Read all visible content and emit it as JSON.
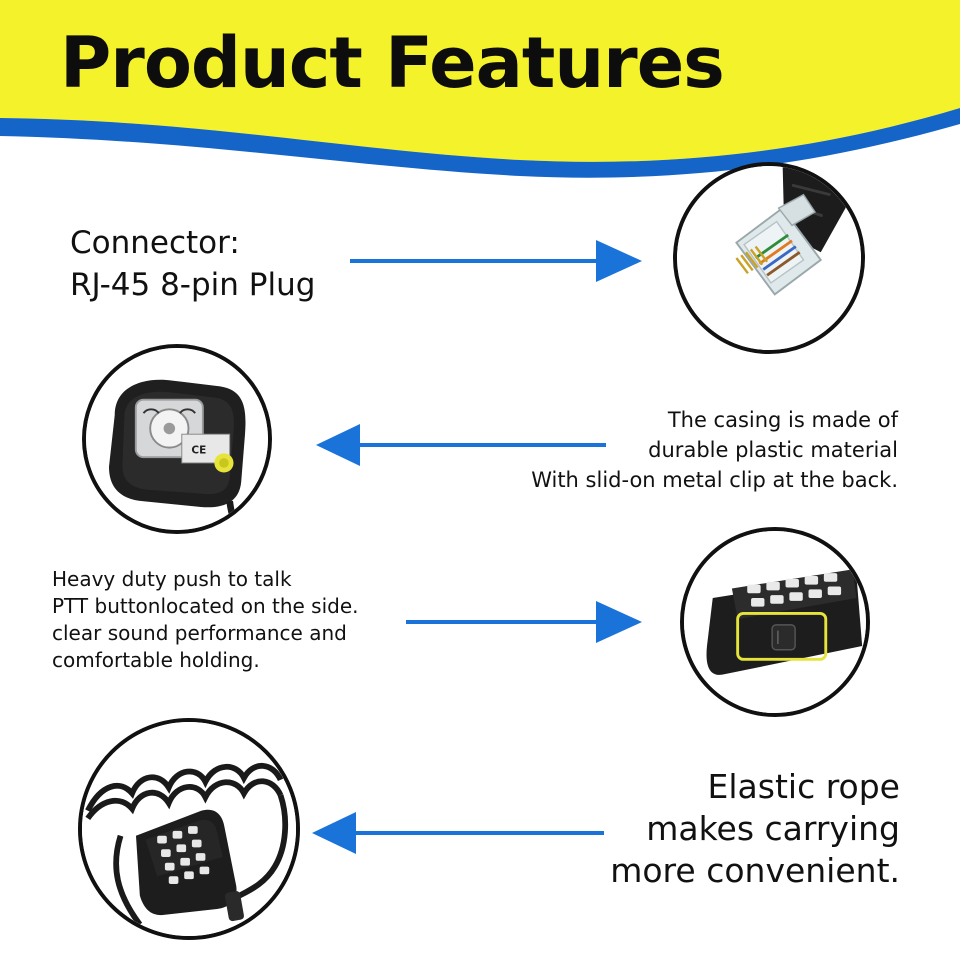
{
  "header": {
    "title": "Product Features"
  },
  "colors": {
    "banner_yellow": "#f4f22a",
    "banner_blue": "#1565c8",
    "arrow_blue": "#1a73d9",
    "text_dark": "#111111",
    "highlight_yellow": "#e6e43a"
  },
  "features": [
    {
      "lines": [
        "Connector:",
        "RJ-45 8-pin Plug"
      ],
      "arrow_direction": "right",
      "image": "rj45-connector-photo"
    },
    {
      "lines": [
        "The casing is made of",
        "durable plastic material",
        "With slid-on metal clip at the back."
      ],
      "arrow_direction": "left",
      "image": "mic-back-casing-photo"
    },
    {
      "lines": [
        "Heavy duty push to talk",
        "PTT buttonlocated on the side.",
        "clear sound performance and",
        "comfortable holding."
      ],
      "arrow_direction": "right",
      "image": "ptt-side-button-photo"
    },
    {
      "lines": [
        "Elastic rope",
        "makes carrying",
        "more convenient."
      ],
      "arrow_direction": "left",
      "image": "coiled-cord-mic-photo"
    }
  ],
  "device_labels": {
    "certification_mark": "CE"
  }
}
